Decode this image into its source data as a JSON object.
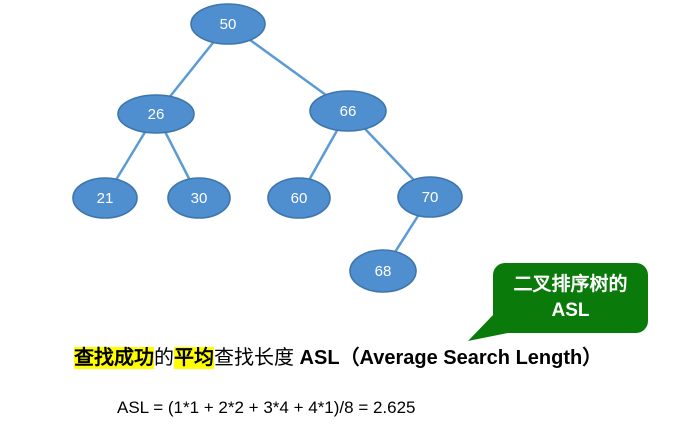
{
  "tree": {
    "description": "binary-search-tree",
    "nodes": [
      {
        "value": "50"
      },
      {
        "value": "26"
      },
      {
        "value": "66"
      },
      {
        "value": "21"
      },
      {
        "value": "30"
      },
      {
        "value": "60"
      },
      {
        "value": "70"
      },
      {
        "value": "68"
      }
    ],
    "edges": [
      "50-26",
      "50-66",
      "26-21",
      "26-30",
      "66-60",
      "66-70",
      "70-68"
    ]
  },
  "callout": {
    "line1": "二叉排序树的",
    "line2": "ASL"
  },
  "sentence": {
    "part1": "查找成功",
    "part2": "的",
    "part3": "平均",
    "part4": "查找长度",
    "part5": " ASL（Average Search Length）"
  },
  "formula": "ASL = (1*1 + 2*2 + 3*4 + 4*1)/8 = 2.625",
  "colors": {
    "node_fill": "#4f8fd0",
    "node_border": "#3e76ac",
    "edge": "#5b9bd5",
    "callout_green": "#0a7a0a",
    "highlight": "#ffff00",
    "text": "#000000",
    "node_text": "#ffffff"
  }
}
